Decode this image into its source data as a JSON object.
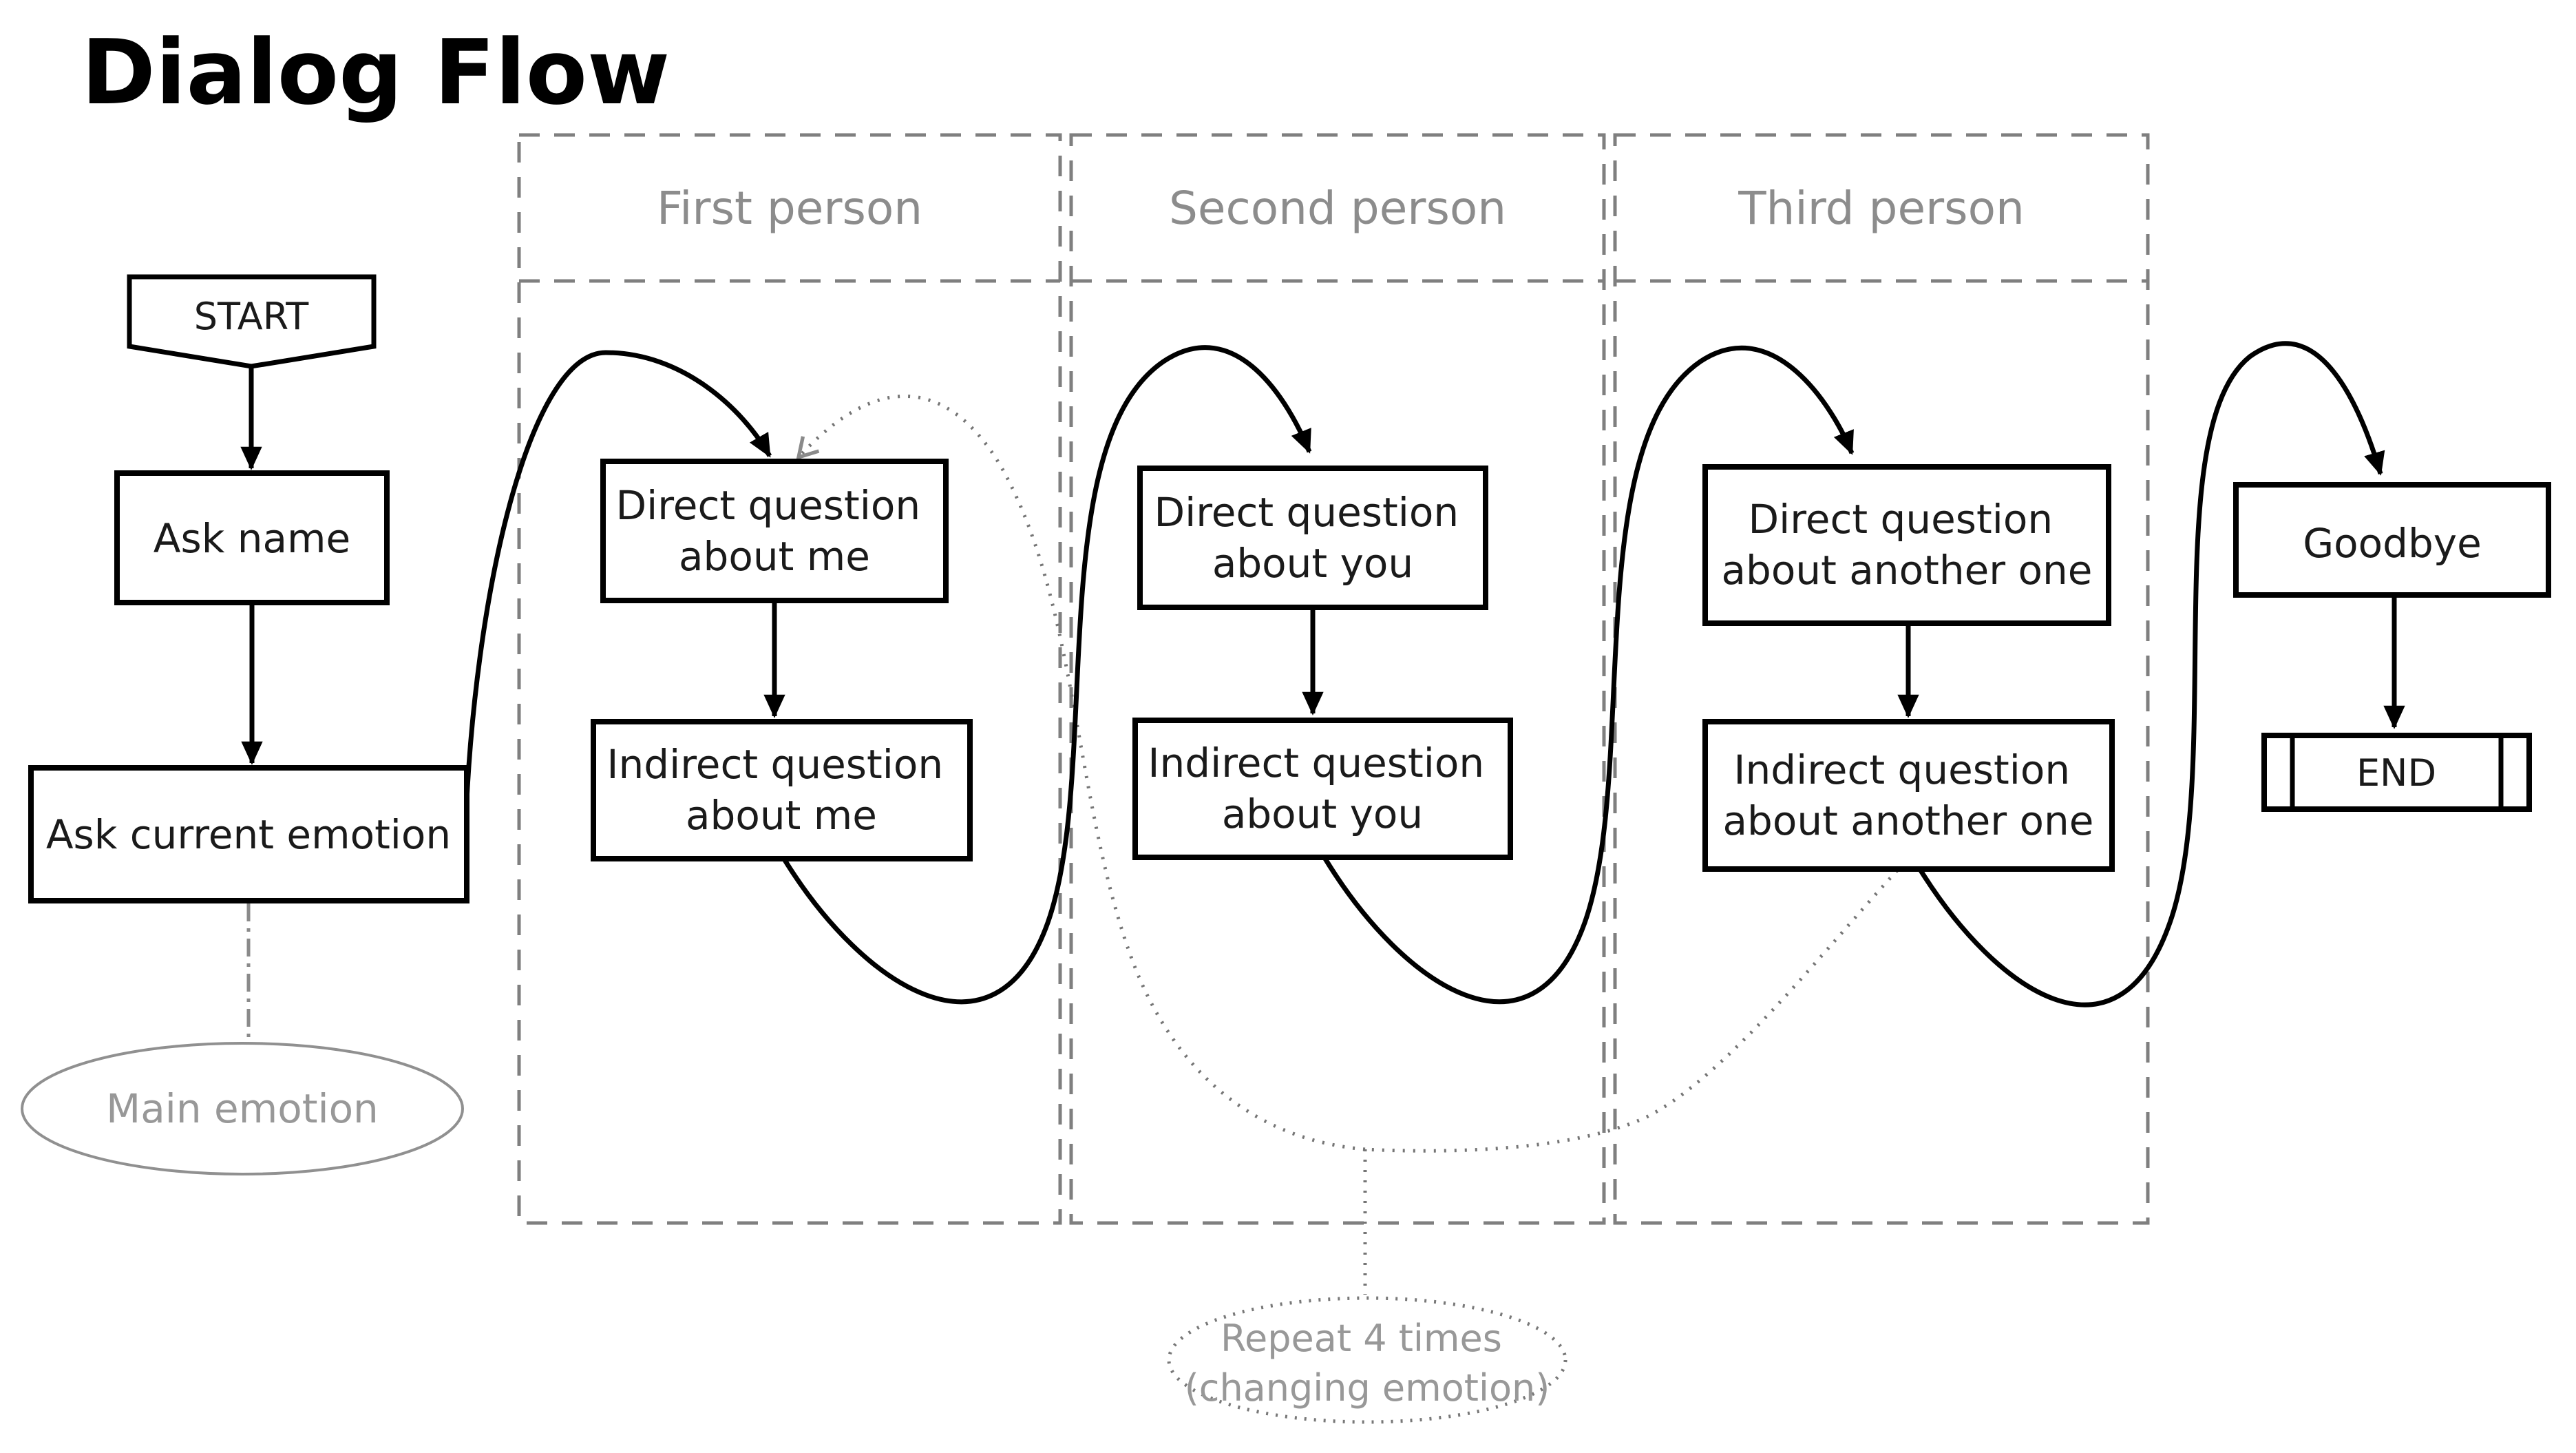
{
  "title": "Dialog Flow",
  "clusters": [
    {
      "label": "First person"
    },
    {
      "label": "Second person"
    },
    {
      "label": "Third person"
    }
  ],
  "nodes": {
    "start": {
      "label": "START"
    },
    "ask_name": {
      "label": "Ask name"
    },
    "ask_emotion": {
      "label": "Ask current emotion"
    },
    "main_emotion": {
      "label": "Main emotion"
    },
    "direct_me": {
      "line1": "Direct question",
      "line2": "about me"
    },
    "indirect_me": {
      "line1": "Indirect question",
      "line2": "about me"
    },
    "direct_you": {
      "line1": "Direct question",
      "line2": "about you"
    },
    "indirect_you": {
      "line1": "Indirect question",
      "line2": "about you"
    },
    "direct_another": {
      "line1": "Direct question",
      "line2": "about another one"
    },
    "indirect_another": {
      "line1": "Indirect question",
      "line2": "about another one"
    },
    "goodbye": {
      "label": "Goodbye"
    },
    "end": {
      "label": "END"
    },
    "repeat_note": {
      "line1": "Repeat 4 times",
      "line2": "(changing emotion)"
    }
  },
  "colors": {
    "node_stroke": "#000000",
    "cluster_border": "#7f7f7f",
    "muted_text": "#8c8c8c",
    "muted_stroke": "#909090",
    "dotted_edge": "#757575"
  }
}
